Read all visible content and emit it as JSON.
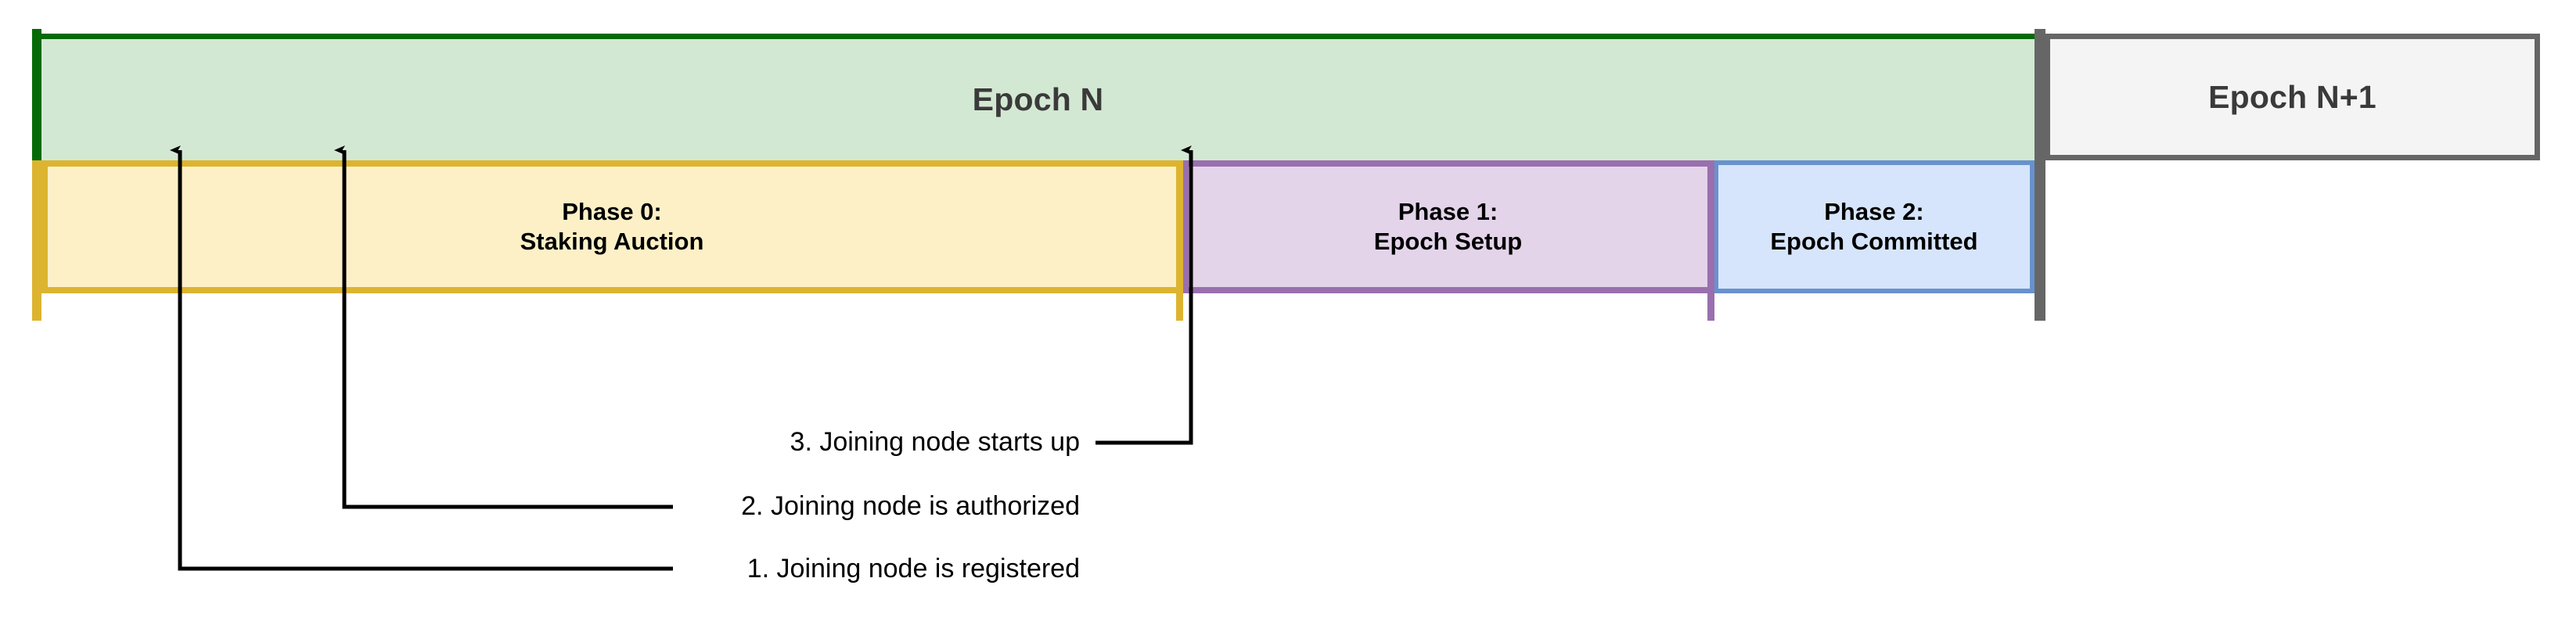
{
  "diagram": {
    "title_semantic": "epoch-phase-timeline",
    "epochs": [
      {
        "id": "epoch-n",
        "label": "Epoch N",
        "fill": "#d3e8d3",
        "border": "#046a06"
      },
      {
        "id": "epoch-n1",
        "label": "Epoch N+1",
        "fill": "#f4f4f4",
        "border": "#666666"
      }
    ],
    "phases": [
      {
        "id": "phase-0",
        "line1": "Phase 0:",
        "line2": "Staking Auction",
        "fill": "#fdf0c6",
        "border": "#ddb430"
      },
      {
        "id": "phase-1",
        "line1": "Phase 1:",
        "line2": "Epoch Setup",
        "fill": "#e3d4ea",
        "border": "#9a6fae"
      },
      {
        "id": "phase-2",
        "line1": "Phase 2:",
        "line2": "Epoch Committed",
        "fill": "#d6e5fb",
        "border": "#6892ce"
      }
    ],
    "markers": [
      {
        "id": "epoch-start-marker",
        "color": "#046a06"
      },
      {
        "id": "phase-0-start-marker",
        "color": "#ddb430"
      },
      {
        "id": "phase-0-end-marker",
        "color": "#ddb430"
      },
      {
        "id": "phase-1-end-marker",
        "color": "#9a6fae"
      },
      {
        "id": "epoch-end-marker",
        "color": "#666666"
      }
    ],
    "callouts": [
      {
        "id": "callout-3",
        "text": "3. Joining node starts up"
      },
      {
        "id": "callout-2",
        "text": "2. Joining node is authorized"
      },
      {
        "id": "callout-1",
        "text": "1. Joining node is registered"
      }
    ],
    "colors": {
      "epoch_current_fill": "#d3e8d3",
      "epoch_current_border": "#046a06",
      "epoch_next_fill": "#f4f4f4",
      "epoch_next_border": "#666666",
      "phase0_fill": "#fdf0c6",
      "phase0_border": "#ddb430",
      "phase1_fill": "#e3d4ea",
      "phase1_border": "#9a6fae",
      "phase2_fill": "#d6e5fb",
      "phase2_border": "#6892ce",
      "callout_line": "#000000",
      "text_dark": "#3a3a3a",
      "text_black": "#000000"
    }
  }
}
